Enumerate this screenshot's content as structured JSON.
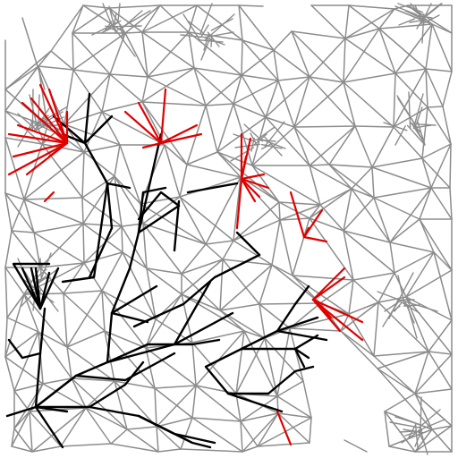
{
  "colors": {
    "background": "#ffffff",
    "mesh_edge": "#8c8c8c",
    "tree_edge": "#000000",
    "frontier_edge": "#e00000"
  },
  "legend": {
    "edge_classes": [
      "mesh",
      "tree",
      "frontier"
    ]
  }
}
